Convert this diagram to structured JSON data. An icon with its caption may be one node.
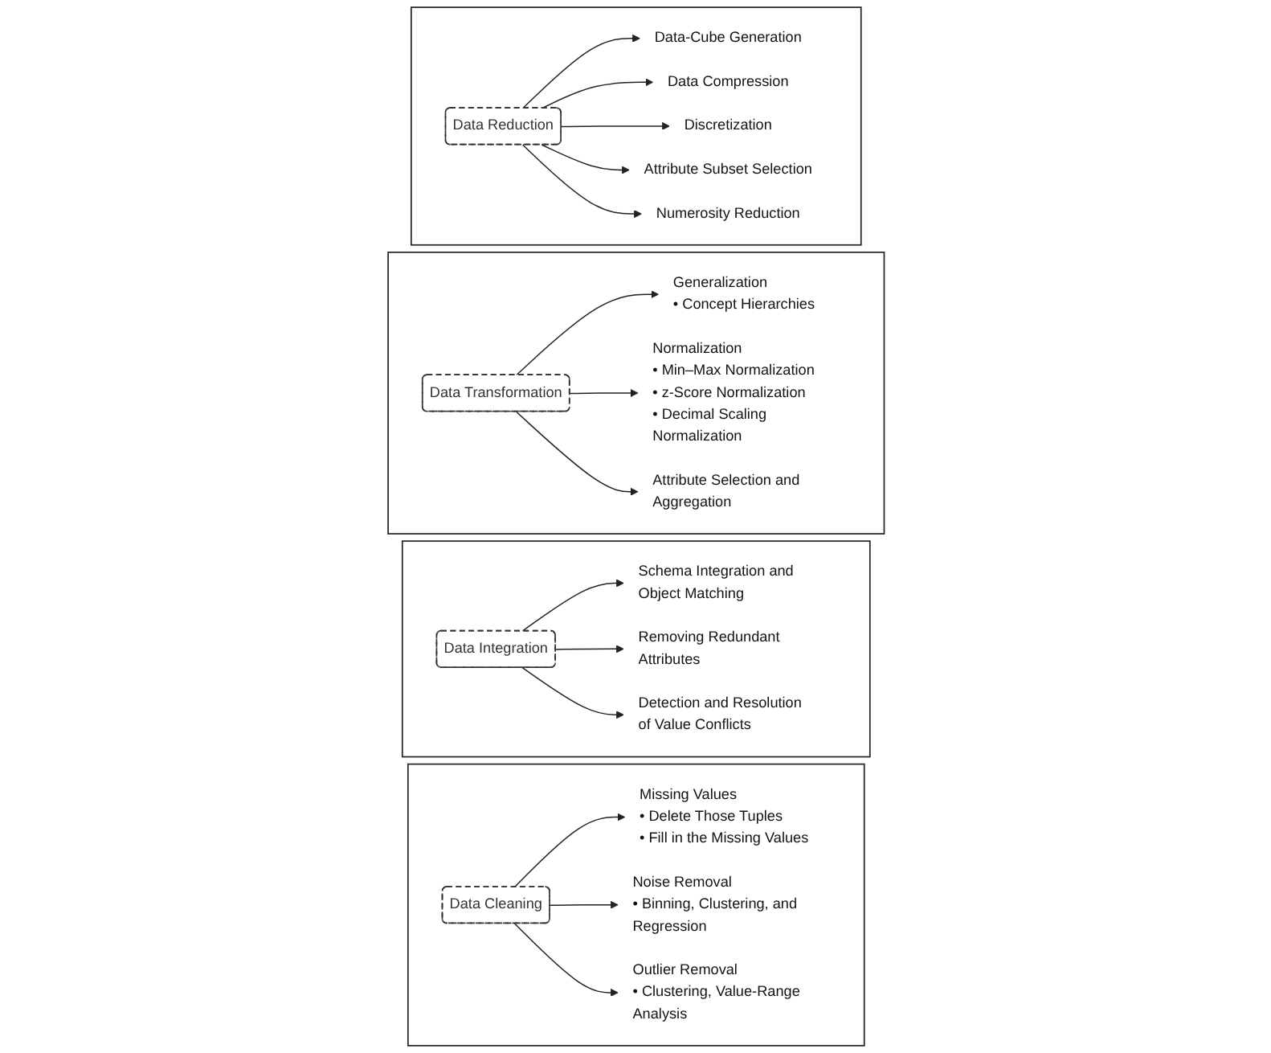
{
  "diagram": {
    "nodes": [
      {
        "text": [],
        "shape": "box"
      },
      {
        "text": [
          "Data Cleaning"
        ],
        "in": 0
      },
      {
        "text": [
          "Missing Values",
          "• Delete Those Tuples",
          "• Fill in the Missing Values"
        ],
        "in": 0
      },
      {
        "text": [
          "Noise Removal",
          "• Binning, Clustering, and Regression"
        ],
        "in": 0
      },
      {
        "text": [
          "Outlier Removal",
          "• Clustering, Value-Range Analysis"
        ],
        "in": 0
      },
      {
        "text": [],
        "shape": "box"
      },
      {
        "text": [
          "Data Integration"
        ],
        "in": 5
      },
      {
        "text": [
          "Schema Integration and Object Matching"
        ],
        "in": 5
      },
      {
        "text": [
          "Removing Redundant Attributes"
        ],
        "in": 5
      },
      {
        "text": [
          "Detection and Resolution of Value Conflicts"
        ],
        "in": 5
      },
      {
        "text": [],
        "shape": "box"
      },
      {
        "text": [
          "Data Transformation"
        ],
        "in": 10
      },
      {
        "text": [
          "Generalization",
          "• Concept Hierarchies"
        ],
        "in": 10
      },
      {
        "text": [
          "Normalization",
          "• Min–Max Normalization",
          "• z-Score Normalization",
          "• Decimal Scaling Normalization"
        ],
        "in": 10
      },
      {
        "text": [
          "Attribute Selection and Aggregation"
        ],
        "in": 10
      },
      {
        "text": [],
        "shape": "box"
      },
      {
        "text": [
          "Data Reduction"
        ],
        "in": 15
      },
      {
        "text": [
          "Data-Cube Generation"
        ],
        "in": 15
      },
      {
        "text": [
          "Data Compression"
        ],
        "in": 15
      },
      {
        "text": [
          "Discretization"
        ],
        "in": 15
      },
      {
        "text": [
          "Attribute Subset Selection"
        ],
        "in": 15
      },
      {
        "text": [
          "Numerosity Reduction"
        ],
        "in": 15
      }
    ],
    "edges": [
      {
        "from": 1,
        "to": 2,
        "arrow": "to"
      },
      {
        "from": 1,
        "to": 3,
        "arrow": "to"
      },
      {
        "from": 1,
        "to": 4,
        "arrow": "to"
      },
      {
        "from": 6,
        "to": 7,
        "arrow": "to"
      },
      {
        "from": 6,
        "to": 8,
        "arrow": "to"
      },
      {
        "from": 6,
        "to": 9,
        "arrow": "to"
      },
      {
        "from": 11,
        "to": 12,
        "arrow": "to"
      },
      {
        "from": 11,
        "to": 13,
        "arrow": "to"
      },
      {
        "from": 11,
        "to": 14,
        "arrow": "to"
      },
      {
        "from": 16,
        "to": 17,
        "arrow": "to"
      },
      {
        "from": 16,
        "to": 18,
        "arrow": "to"
      },
      {
        "from": 16,
        "to": 19,
        "arrow": "to"
      },
      {
        "from": 16,
        "to": 20,
        "arrow": "to"
      },
      {
        "from": 16,
        "to": 21,
        "arrow": "to"
      }
    ]
  }
}
